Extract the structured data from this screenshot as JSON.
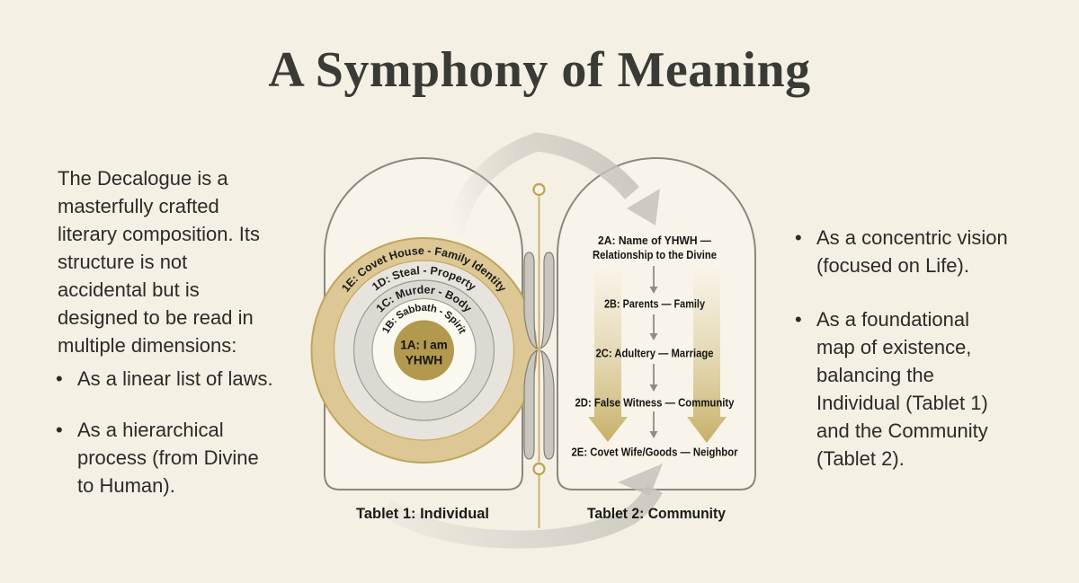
{
  "title": "A Symphony of Meaning",
  "intro": {
    "lines": [
      "The Decalogue is a",
      "masterfully crafted",
      "literary composition. Its",
      "structure is not",
      "accidental but is",
      "designed to be read in",
      "multiple dimensions:"
    ]
  },
  "left_bullets": [
    {
      "lines": [
        "As a linear list of laws."
      ]
    },
    {
      "lines": [
        "As a hierarchical",
        "process (from Divine",
        "to Human)."
      ]
    }
  ],
  "right_bullets": [
    {
      "lines": [
        "As a concentric vision",
        "(focused on Life)."
      ]
    },
    {
      "lines": [
        "As a foundational",
        "map of existence,",
        "balancing the",
        "Individual (Tablet 1)",
        "and the Community",
        "(Tablet 2)."
      ]
    }
  ],
  "tablet1": {
    "label": "Tablet 1: Individual",
    "rings": [
      {
        "id": "1E",
        "label": "1E: Covet House - Family Identity"
      },
      {
        "id": "1D",
        "label": "1D: Steal - Property"
      },
      {
        "id": "1C",
        "label": "1C: Murder - Body"
      },
      {
        "id": "1B",
        "label": "1B: Sabbath - Spirit"
      }
    ],
    "center": {
      "line1": "1A: I am",
      "line2": "YHWH"
    }
  },
  "tablet2": {
    "label": "Tablet 2: Community",
    "items": [
      {
        "line1": "2A: Name of YHWH —",
        "line2": "Relationship to the Divine"
      },
      {
        "line1": "2B: Parents — Family"
      },
      {
        "line1": "2C: Adultery — Marriage"
      },
      {
        "line1": "2D: False Witness — Community"
      },
      {
        "line1": "2E: Covet Wife/Goods — Neighbor"
      }
    ]
  },
  "colors": {
    "background": "#f4f0e4",
    "tablet_fill": "#f8f4e9",
    "tablet_outline": "#8a887e",
    "ring_gold_center": "#b2994e",
    "ring_tan": "#dcc795",
    "ring_gray": "#dcd9d3",
    "ring_light": "#e7e4dd",
    "gold_accent": "#c1a45c",
    "swoosh_gray": "#c6c3ba",
    "tan_arrow": "#cdb876",
    "text_dark": "#1b1b19"
  }
}
